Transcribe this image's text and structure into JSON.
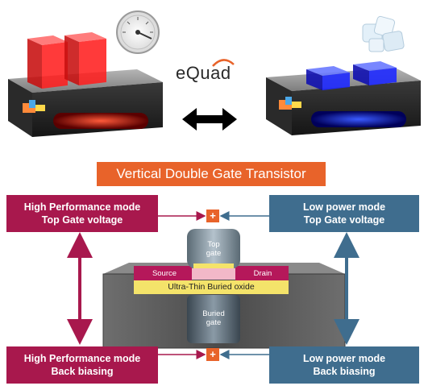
{
  "logo": {
    "text": "eQuad"
  },
  "title": "Vertical Double Gate Transistor",
  "boxes": {
    "hp_top": {
      "line1": "High Performance mode",
      "line2": "Top Gate voltage"
    },
    "lp_top": {
      "line1": "Low power mode",
      "line2": "Top Gate voltage"
    },
    "hp_back": {
      "line1": "High Performance mode",
      "line2": "Back biasing"
    },
    "lp_back": {
      "line1": "Low power mode",
      "line2": "Back biasing"
    }
  },
  "device": {
    "top_gate": {
      "line1": "Top",
      "line2": "gate"
    },
    "buried_gate": {
      "line1": "Buried",
      "line2": "gate"
    },
    "source": "Source",
    "drain": "Drain",
    "oxide": "Ultra-Thin Buried oxide",
    "plus_symbol": "+"
  },
  "colors": {
    "high_performance": "#a8184d",
    "low_power": "#3f6d8e",
    "accent": "#e8632a",
    "hot_block": "#ff2a2a",
    "cool_block": "#2a3cff"
  },
  "icons": [
    "speedometer-icon",
    "ice-cubes-icon",
    "double-arrow-icon"
  ]
}
